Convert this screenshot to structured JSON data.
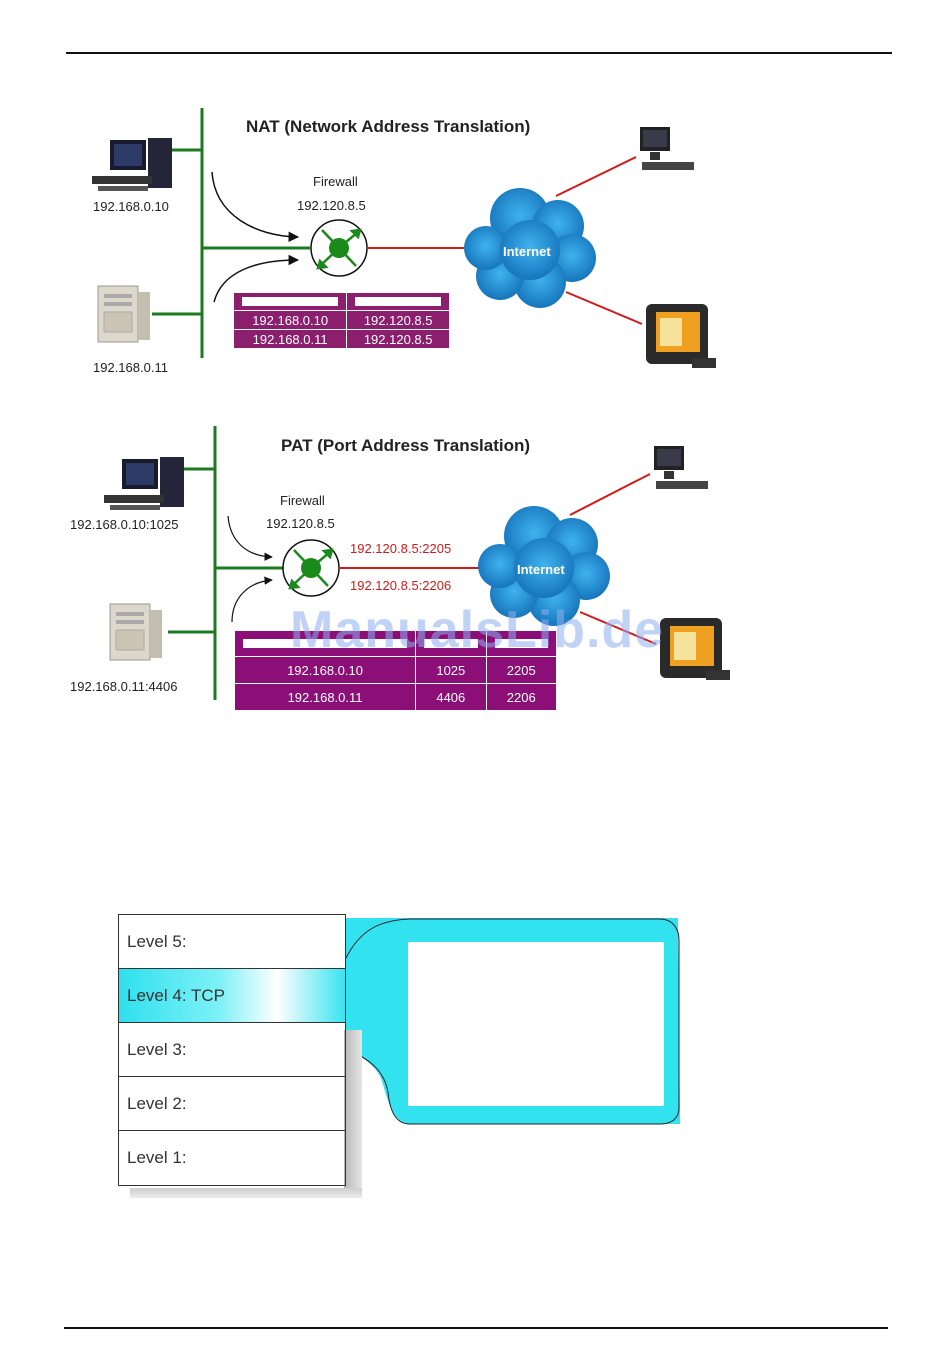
{
  "nat": {
    "title": "NAT (Network Address Translation)",
    "host1_ip": "192.168.0.10",
    "host2_ip": "192.168.0.11",
    "firewall_label": "Firewall",
    "firewall_ip": "192.120.8.5",
    "internet_label": "Internet",
    "table": [
      [
        "192.168.0.10",
        "192.120.8.5"
      ],
      [
        "192.168.0.11",
        "192.120.8.5"
      ]
    ]
  },
  "pat": {
    "title": "PAT (Port Address Translation)",
    "host1_ip": "192.168.0.10:1025",
    "host2_ip": "192.168.0.11:4406",
    "firewall_label": "Firewall",
    "firewall_ip": "192.120.8.5",
    "port_map_1": "192.120.8.5:2205",
    "port_map_2": "192.120.8.5:2206",
    "internet_label": "Internet",
    "table": [
      [
        "192.168.0.10",
        "1025",
        "2205"
      ],
      [
        "192.168.0.11",
        "4406",
        "2206"
      ]
    ]
  },
  "watermark": "ManualsLib.de",
  "levels": [
    "Level 5:",
    "Level  4: TCP",
    "Level  3:",
    "Level  2:",
    "Level  1:"
  ],
  "colors": {
    "lan_line": "#1e7a1e",
    "wan_line": "#d21a1a",
    "table_bg": "#8b1f6e",
    "cloud": "#1f8fd6",
    "highlight": "#2fe0ee"
  }
}
